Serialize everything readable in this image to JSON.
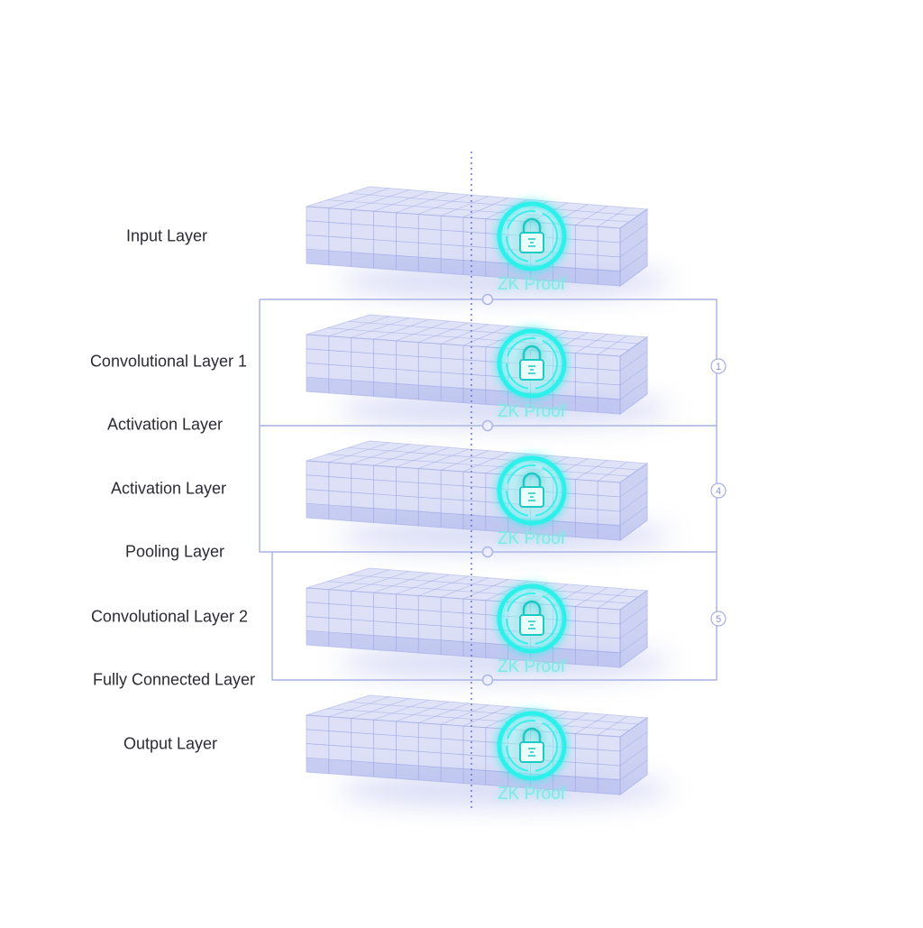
{
  "colors": {
    "layer_fill": "#c7cdf2",
    "grid": "#9ba6e4",
    "connector": "#a7b0e3",
    "axis": "#6a74d0",
    "glow": "#2ff0ea",
    "zk_text": "#7eeae6",
    "label": "#2b2b33"
  },
  "labels": {
    "input_layer": "Input Layer",
    "conv_layer_1": "Convolutional Layer 1",
    "activation_layer_a": "Activation Layer",
    "activation_layer_b": "Activation Layer",
    "pooling_layer": "Pooling Layer",
    "conv_layer_2": "Convolutional Layer 2",
    "fully_connected_layer": "Fully Connected Layer",
    "output_layer": "Output Layer"
  },
  "zk_proof_label": "ZK Proof",
  "layer_count": 5,
  "icons": [
    "lock-icon"
  ],
  "markers": [
    "1",
    "4",
    "5"
  ]
}
